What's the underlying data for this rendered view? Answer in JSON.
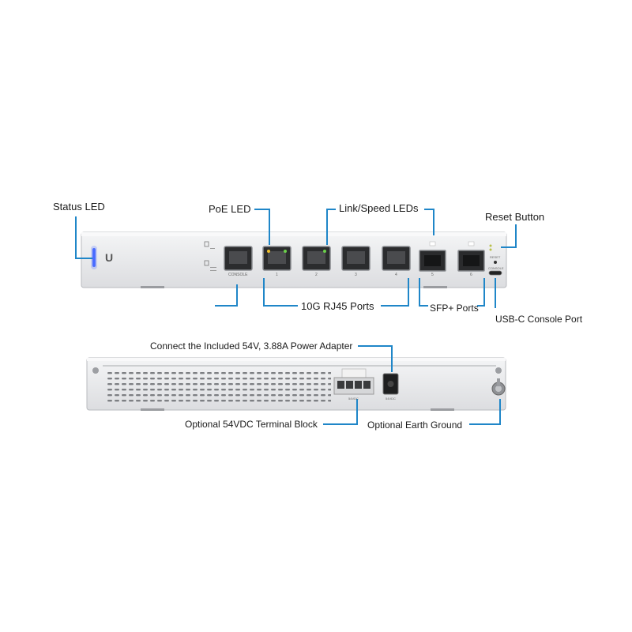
{
  "labels": {
    "status_led": "Status LED",
    "poe_led": "PoE LED",
    "link_speed_leds": "Link/Speed LEDs",
    "reset_button": "Reset Button",
    "rj45_ports": "10G RJ45 Ports",
    "sfp_ports": "SFP+ Ports",
    "usbc_console": "USB-C Console Port",
    "power_adapter": "Connect the Included 54V, 3.88A Power Adapter",
    "terminal_block": "Optional 54VDC Terminal Block",
    "earth_ground": "Optional Earth Ground"
  },
  "front_panel": {
    "logo": "U",
    "port_labels": [
      "CONSOLE",
      "1",
      "2",
      "3",
      "4",
      "5",
      "6"
    ],
    "reset_text": "RESET",
    "console_text": "CONSOLE"
  },
  "rear_panel": {
    "terminal_text": "54VDC",
    "dc_text": "54VDC"
  },
  "colors": {
    "accent": "#1f86c8",
    "led_blue": "#4a6cff",
    "chassis": "#e6e7e9"
  }
}
